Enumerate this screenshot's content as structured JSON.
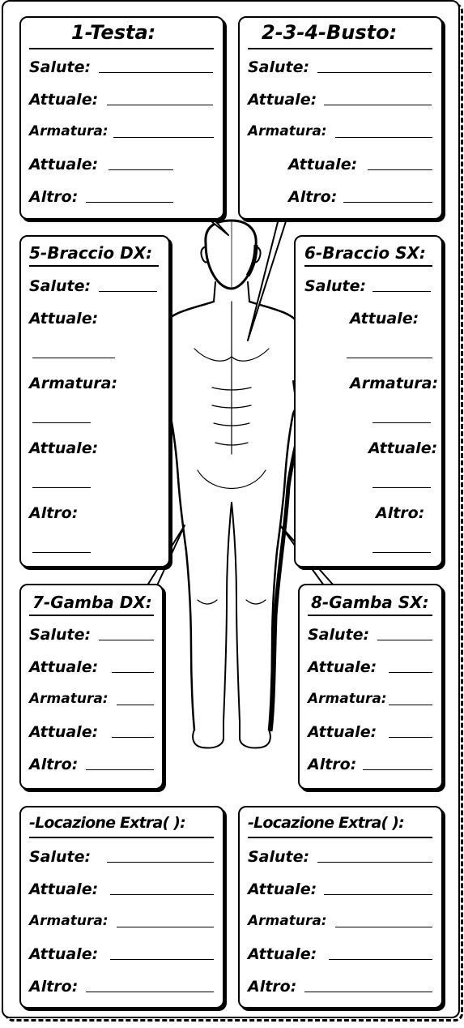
{
  "sections": {
    "head": {
      "title": "1-Testa:",
      "fields": [
        "Salute:",
        "Attuale:",
        "Armatura:",
        "Attuale:",
        "Altro:"
      ]
    },
    "torso": {
      "title": "2-3-4-Busto:",
      "fields": [
        "Salute:",
        "Attuale:",
        "Armatura:",
        "Attuale:",
        "Altro:"
      ]
    },
    "right_arm": {
      "title": "5-Braccio DX:",
      "fields": [
        "Salute:",
        "Attuale:",
        "Armatura:",
        "Attuale:",
        "Altro:"
      ]
    },
    "left_arm": {
      "title": "6-Braccio SX:",
      "fields": [
        "Salute:",
        "Attuale:",
        "Armatura:",
        "Attuale:",
        "Altro:"
      ]
    },
    "right_leg": {
      "title": "7-Gamba DX:",
      "fields": [
        "Salute:",
        "Attuale:",
        "Armatura:",
        "Attuale:",
        "Altro:"
      ]
    },
    "left_leg": {
      "title": "8-Gamba SX:",
      "fields": [
        "Salute:",
        "Attuale:",
        "Armatura:",
        "Attuale:",
        "Altro:"
      ]
    },
    "extra_1": {
      "title": "-Locazione Extra(     ):",
      "fields": [
        "Salute:",
        "Attuale:",
        "Armatura:",
        "Attuale:",
        "Altro:"
      ]
    },
    "extra_2": {
      "title": "-Locazione Extra(     ):",
      "fields": [
        "Salute:",
        "Attuale:",
        "Armatura:",
        "Attuale:",
        "Altro:"
      ]
    }
  }
}
